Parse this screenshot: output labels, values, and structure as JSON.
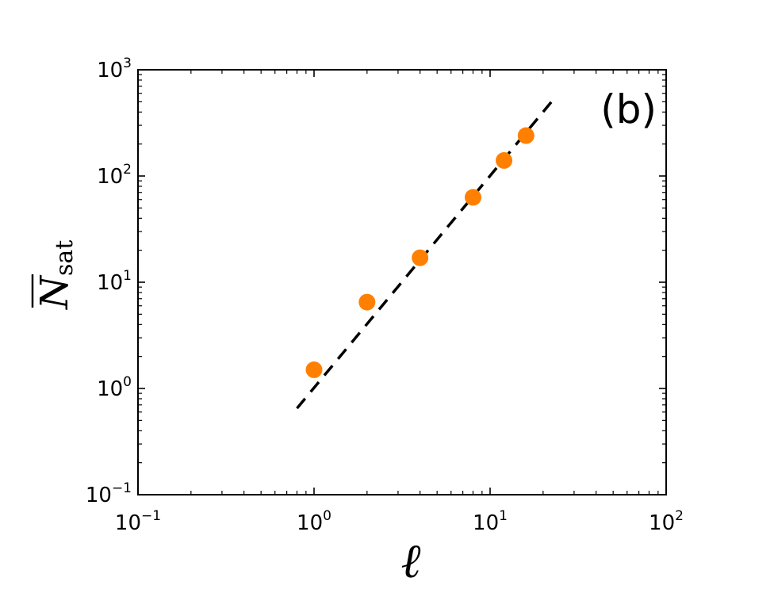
{
  "chart_data": {
    "type": "scatter",
    "xscale": "log",
    "yscale": "log",
    "xlim": [
      0.1,
      100
    ],
    "ylim": [
      0.1,
      1000
    ],
    "x_ticks": [
      {
        "base": "10",
        "exp": "−1"
      },
      {
        "base": "10",
        "exp": "0"
      },
      {
        "base": "10",
        "exp": "1"
      },
      {
        "base": "10",
        "exp": "2"
      }
    ],
    "y_ticks": [
      {
        "base": "10",
        "exp": "−1"
      },
      {
        "base": "10",
        "exp": "0"
      },
      {
        "base": "10",
        "exp": "1"
      },
      {
        "base": "10",
        "exp": "2"
      },
      {
        "base": "10",
        "exp": "3"
      }
    ],
    "xlabel": "ℓ",
    "ylabel": {
      "main": "N",
      "sub": "sat",
      "overline": true
    },
    "panel_label": "(b)",
    "series": [
      {
        "marker": "circle",
        "color": "#ff8000",
        "x": [
          1,
          2,
          4,
          8,
          12,
          16
        ],
        "y": [
          1.5,
          6.5,
          17,
          63,
          140,
          240
        ]
      }
    ],
    "fit_line": {
      "style": "dashed",
      "color": "#000000",
      "x": [
        0.8,
        23
      ],
      "y": [
        0.65,
        530
      ]
    },
    "grid": false,
    "legend": "none"
  }
}
